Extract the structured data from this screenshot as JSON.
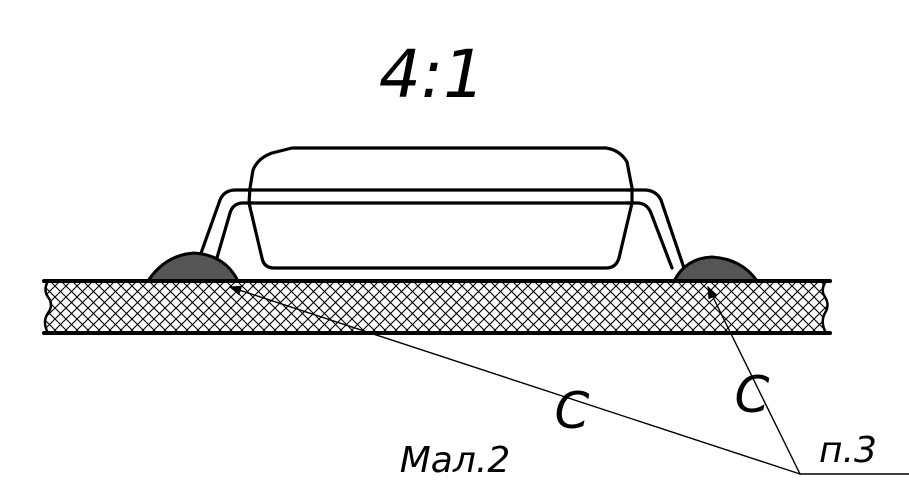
{
  "scale_label": "4:1",
  "figure_label": "Мал.2",
  "leader_label": "п.3",
  "solder_mark_symbol": "C",
  "colors": {
    "line": "#000000",
    "solder_fill": "#555555",
    "background": "#ffffff"
  }
}
